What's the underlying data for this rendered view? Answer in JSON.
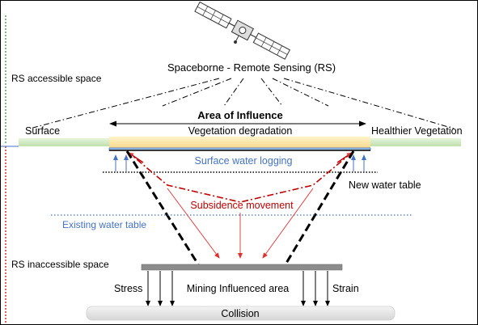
{
  "labels": {
    "satellite_title": "Spaceborne - Remote Sensing (RS)",
    "rs_accessible": "RS accessible space",
    "area_of_influence": "Area of Influence",
    "surface": "Surface",
    "vegetation_degradation": "Vegetation degradation",
    "healthier_vegetation": "Healthier Vegetation",
    "surface_water_logging": "Surface water logging",
    "new_water_table": "New water table",
    "subsidence_movement": "Subsidence movement",
    "existing_water_table": "Existing water table",
    "rs_inaccessible": "RS inaccessible space",
    "stress": "Stress",
    "mining_area": "Mining Influenced area",
    "strain": "Strain",
    "collision": "Collision"
  },
  "icons": {
    "satellite": "satellite-icon"
  },
  "colors": {
    "accessible_line": "#2e8b2e",
    "inaccessible_line": "#c00000",
    "surface_green": "#d3ecc6",
    "vegetation_band": "#fbe6a6",
    "water_blue": "#4472c4",
    "subsidence_red": "#c00000",
    "existing_table_text": "#4472c4",
    "mining_bar": "#808080",
    "collision_fill": "#e7e7e7"
  }
}
